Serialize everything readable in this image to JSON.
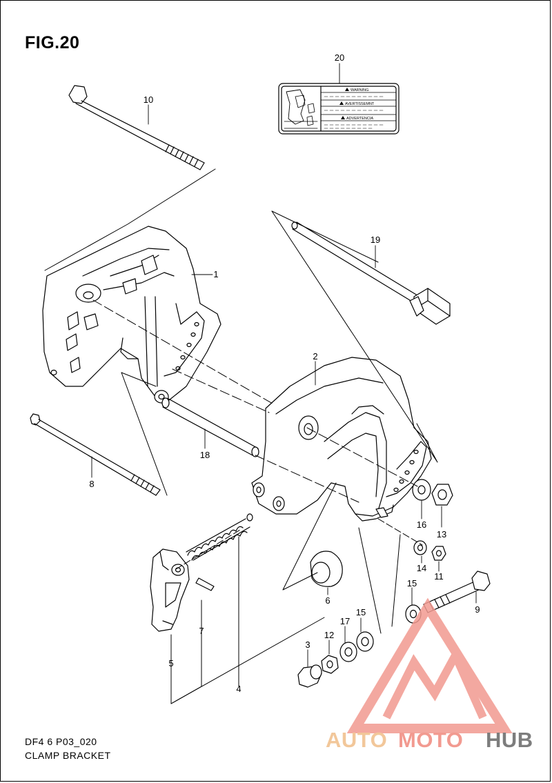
{
  "figure": {
    "title": "FIG.20",
    "footer_code": "DF4 6 P03_020",
    "footer_name": "CLAMP BRACKET"
  },
  "part_numbers": [
    "1",
    "2",
    "3",
    "4",
    "5",
    "6",
    "7",
    "8",
    "9",
    "10",
    "11",
    "12",
    "13",
    "14",
    "15",
    "15",
    "16",
    "17",
    "18",
    "19",
    "20"
  ],
  "label_20": {
    "warning": "WARNING",
    "avertissement": "AVERTISSEMNT",
    "advertencia": "ADVERTENCIA"
  },
  "watermark": {
    "part1": "AUTO",
    "part2": "MOTO",
    "part3": "HUB",
    "colors": {
      "logo": "#f29a90",
      "part1": "#f2c79a",
      "part2": "#f29a90",
      "part3": "#7d7d7d"
    }
  }
}
